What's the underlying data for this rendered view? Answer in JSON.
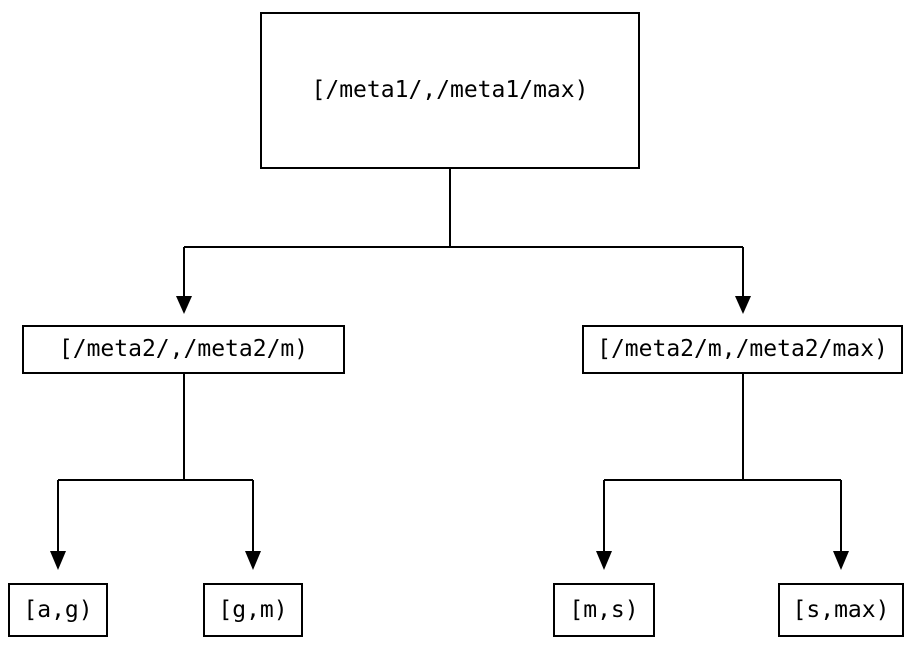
{
  "tree": {
    "root": {
      "label": "[/meta1/,/meta1/max)",
      "children": [
        {
          "label": "[/meta2/,/meta2/m)",
          "children": [
            {
              "label": "[a,g)"
            },
            {
              "label": "[g,m)"
            }
          ]
        },
        {
          "label": "[/meta2/m,/meta2/max)",
          "children": [
            {
              "label": "[m,s)"
            },
            {
              "label": "[s,max)"
            }
          ]
        }
      ]
    }
  },
  "colors": {
    "background": "#ffffff",
    "line": "#000000",
    "box_border": "#000000",
    "text": "#000000"
  }
}
